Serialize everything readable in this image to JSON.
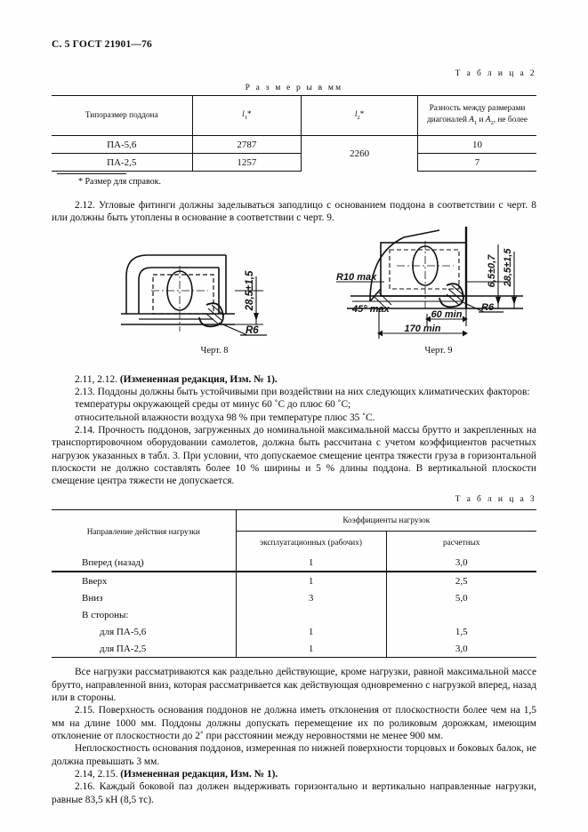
{
  "header": {
    "running_head": "С. 5 ГОСТ 21901—76"
  },
  "table2": {
    "number_label": "Т а б л и ц а   2",
    "units_caption": "Р а з м е р ы   в мм",
    "headers": {
      "col1": "Типоразмер поддона",
      "col2_base": "l",
      "col2_sub": "1",
      "col2_star": "*",
      "col3_base": "l",
      "col3_sub": "2",
      "col3_star": "*",
      "col4_line1": "Разность между размерами",
      "col4_line2_a": "диагоналей ",
      "col4_line2_A1": "A",
      "col4_line2_sub1": "1",
      "col4_line2_and": " и ",
      "col4_line2_A2": "A",
      "col4_line2_sub2": "2",
      "col4_line2_end": ", не более"
    },
    "rows": [
      {
        "type": "ПА-5,6",
        "l1": "2787",
        "l2": "2260",
        "diag": "10"
      },
      {
        "type": "ПА-2,5",
        "l1": "1257",
        "l2": "",
        "diag": "7"
      }
    ],
    "footnote": "* Размер для справок."
  },
  "paragraphs": {
    "p212": "2.12.  Угловые фитинги должны заделываться заподлицо с основанием поддона в соответствии с черт. 8 или должны быть утоплены в основание в соответствии с черт. 9.",
    "p211_212_rev_num": "2.11, 2.12.  ",
    "p211_212_rev_bold": "(Измененная редакция, Изм. № 1).",
    "p213": "2.13.  Поддоны должны быть устойчивыми при воздействии на них следующих климатических факторов:",
    "p213_a": "температуры окружающей среды от минус 60 ˚С до плюс 60 ˚С;",
    "p213_b": "относительной влажности воздуха 98 % при температуре плюс 35 ˚С.",
    "p214": "2.14.  Прочность поддонов, загруженных до номинальной максимальной массы брутто и закрепленных на транспортировочном оборудовании самолетов, должна быть рассчитана с учетом коэффициентов расчетных нагрузок указанных в табл. 3. При условии, что допускаемое смещение центра тяжести груза в горизонтальной плоскости не должно составлять более 10 % ширины и 5 % длины поддона. В вертикальной плоскости смещение центра тяжести не допускается.",
    "p_all_loads": "Все нагрузки рассматриваются как раздельно действующие, кроме нагрузки, равной максимальной массе брутто, направленной вниз, которая рассматривается как действующая одновременно с нагрузкой вперед, назад или в стороны.",
    "p215": "2.15.  Поверхность основания поддонов не должна иметь отклонения от плоскостности более чем на 1,5 мм на длине 1000 мм. Поддоны должны допускать перемещение их по роликовым дорожкам, имеющим отклонение от плоскостности до 2˚ при расстоянии между неровностями не менее 900 мм.",
    "p_nonflat": "Неплоскостность основания поддонов, измеренная по нижней поверхности торцовых и боковых балок, не должна превышать 3 мм.",
    "p214_215_rev_num": "2.14, 2.15.  ",
    "p214_215_rev_bold": "(Измененная редакция, Изм. № 1).",
    "p216": "2.16.  Каждый боковой паз должен выдерживать горизонтально и вертикально направленные нагрузки, равные 83,5 кН (8,5 тс)."
  },
  "figures": {
    "fig8": {
      "caption": "Черт. 8",
      "labels": {
        "height": "28,5±1,5",
        "radius": "R6"
      }
    },
    "fig9": {
      "caption": "Черт. 9",
      "labels": {
        "r10": "R10 max",
        "angle": "45° max",
        "w60": "60 min",
        "w170": "170 min",
        "radius": "R6",
        "h65": "6,5±0,7",
        "h285": "28,5±1,5"
      }
    }
  },
  "table3": {
    "number_label": "Т а б л и ц а   3",
    "headers": {
      "col1": "Направление действия нагрузки",
      "group": "Коэффициенты нагрузок",
      "col2": "эксплуатационных (рабочих)",
      "col3": "расчетных"
    },
    "rows": [
      {
        "dir": "Вперед (назад)",
        "indent": 0,
        "oper": "1",
        "calc": "3,0"
      },
      {
        "dir": "Вверх",
        "indent": 0,
        "oper": "1",
        "calc": "2,5"
      },
      {
        "dir": "Вниз",
        "indent": 0,
        "oper": "3",
        "calc": "5,0"
      },
      {
        "dir": "В стороны:",
        "indent": 0,
        "oper": "",
        "calc": ""
      },
      {
        "dir": "для ПА-5,6",
        "indent": 1,
        "oper": "1",
        "calc": "1,5"
      },
      {
        "dir": "для ПА-2,5",
        "indent": 1,
        "oper": "1",
        "calc": "3,0"
      }
    ]
  }
}
